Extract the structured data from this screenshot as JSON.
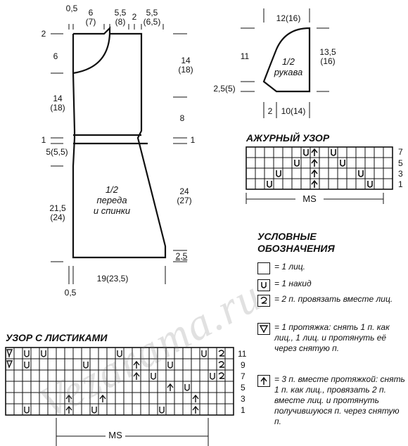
{
  "front_back": {
    "label": "1/2\nпереда\nи спинки",
    "top_dims": [
      "0,5",
      "6\n(7)",
      "5,5\n(8)",
      "2",
      "5,5\n(6,5)"
    ],
    "left_dims": [
      "2",
      "6",
      "14\n(18)",
      "1",
      "5(5,5)",
      "21,5\n(24)"
    ],
    "right_dims": [
      "14\n(18)",
      "8",
      "1",
      "24\n(27)",
      "2,5"
    ],
    "bottom_dims": [
      "19(23,5)",
      "0,5"
    ]
  },
  "sleeve": {
    "label": "1/2\nрукава",
    "top_dim": "12(16)",
    "left_dims": [
      "11",
      "2,5(5)"
    ],
    "right_dim": "13,5\n(16)",
    "bottom_dims": [
      "2",
      "10(14)"
    ]
  },
  "lace_pattern": {
    "title": "АЖУРНЫЙ УЗОР",
    "row_numbers": [
      "7",
      "5",
      "3",
      "1"
    ],
    "repeat_label": "MS"
  },
  "legend": {
    "title": "УСЛОВНЫЕ\nОБОЗНАЧЕНИЯ",
    "items": [
      {
        "icon": "empty-cell",
        "text": "= 1 лиц."
      },
      {
        "icon": "yarn-over",
        "text": "= 1 накид"
      },
      {
        "icon": "k2tog",
        "text": "= 2 п. провязать вместе лиц."
      },
      {
        "icon": "sl1-k1-psso",
        "text": "= 1 протяжка: снять 1 п. как лиц., 1 лиц. и протянуть её через снятую п."
      },
      {
        "icon": "sl1-k2tog-psso",
        "text": "= 3 п. вместе протяжкой: снять 1 п. как лиц., провязать 2 п. вместе лиц. и протянуть получившуюся п. через снятую п."
      }
    ]
  },
  "leaf_pattern": {
    "title": "УЗОР С ЛИСТИКАМИ",
    "row_numbers": [
      "11",
      "9",
      "7",
      "5",
      "3",
      "1"
    ],
    "repeat_label": "MS"
  },
  "watermark": "Vezarama.ru"
}
